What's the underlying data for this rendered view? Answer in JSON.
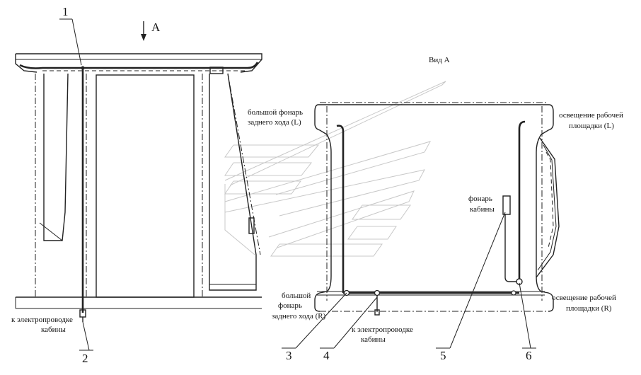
{
  "view": {
    "arrow_label": "A",
    "title": "Вид А"
  },
  "callouts": [
    "1",
    "2",
    "3",
    "4",
    "5",
    "6"
  ],
  "labels": {
    "left_wiring": [
      "к электропроводке",
      "кабины"
    ],
    "reverse_light_left": [
      "большой фонарь",
      "заднего хода (L)"
    ],
    "work_light_left": [
      "освещение рабочей",
      "площадки (L)"
    ],
    "cabin_lamp": [
      "фонарь",
      "кабины"
    ],
    "reverse_light_right": [
      "большой",
      "фонарь",
      "заднего хода (R)"
    ],
    "right_wiring": [
      "к электропроводке",
      "кабины"
    ],
    "work_light_right": [
      "освещение рабочей",
      "площадки (R)"
    ]
  }
}
